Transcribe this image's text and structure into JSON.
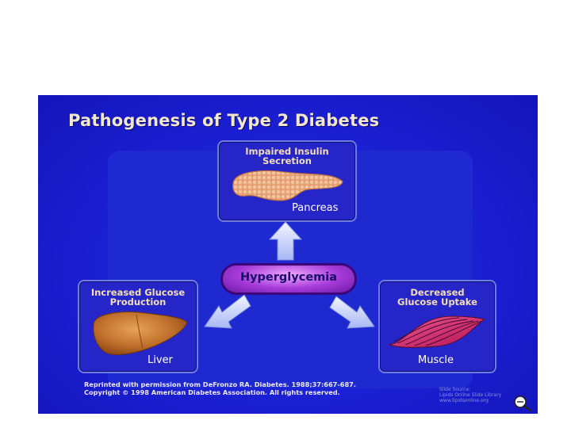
{
  "slide": {
    "title": "Pathogenesis of Type 2 Diabetes",
    "center": "Hyperglycemia",
    "pancreas": {
      "heading_lines": [
        "Impaired Insulin",
        "Secretion"
      ],
      "organ": "Pancreas"
    },
    "liver": {
      "heading_lines": [
        "Increased Glucose",
        "Production"
      ],
      "organ": "Liver"
    },
    "muscle": {
      "heading_lines": [
        "Decreased",
        "Glucose Uptake"
      ],
      "organ": "Muscle"
    },
    "credit_lines": [
      "Reprinted with permission from DeFronzo RA. Diabetes. 1988;37:667-687.",
      "Copyright © 1998 American Diabetes Association. All rights reserved."
    ],
    "source_lines": [
      "Slide Source:",
      "Lipids Online Slide Library",
      "www.lipidsonline.org"
    ]
  },
  "icons": {
    "zoom": "magnifier-icon"
  },
  "colors": {
    "slide_background": "#1a1ad6",
    "title": "#f4e7cf",
    "box_heading": "#f3ddb6",
    "pill": "#a53ad8",
    "arrow": "#c9d6ff"
  }
}
